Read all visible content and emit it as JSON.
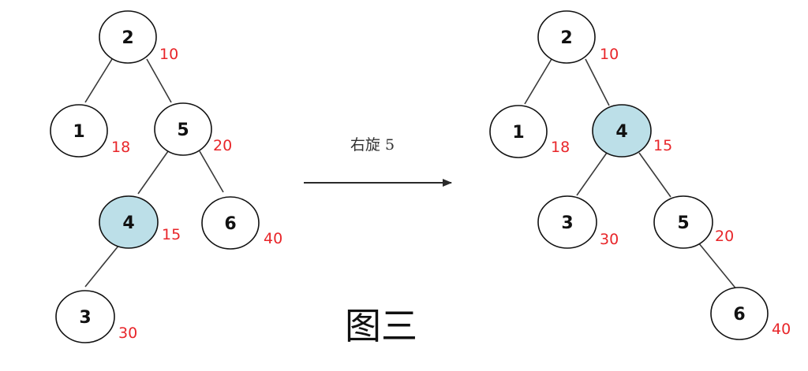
{
  "colors": {
    "edge": "#3a3a3a",
    "node_stroke": "#111111",
    "node_fill": "#ffffff",
    "highlight_fill": "#bcdfe8",
    "priority_text": "#e8262a"
  },
  "left_tree": {
    "nodes": [
      {
        "key": "2",
        "priority": "10",
        "highlight": false
      },
      {
        "key": "1",
        "priority": "18",
        "highlight": false
      },
      {
        "key": "5",
        "priority": "20",
        "highlight": false
      },
      {
        "key": "4",
        "priority": "15",
        "highlight": true
      },
      {
        "key": "6",
        "priority": "40",
        "highlight": false
      },
      {
        "key": "3",
        "priority": "30",
        "highlight": false
      }
    ]
  },
  "right_tree": {
    "nodes": [
      {
        "key": "2",
        "priority": "10",
        "highlight": false
      },
      {
        "key": "1",
        "priority": "18",
        "highlight": false
      },
      {
        "key": "4",
        "priority": "15",
        "highlight": true
      },
      {
        "key": "3",
        "priority": "30",
        "highlight": false
      },
      {
        "key": "5",
        "priority": "20",
        "highlight": false
      },
      {
        "key": "6",
        "priority": "40",
        "highlight": false
      }
    ]
  },
  "operation": {
    "label": "右旋 5"
  },
  "caption": "图三"
}
